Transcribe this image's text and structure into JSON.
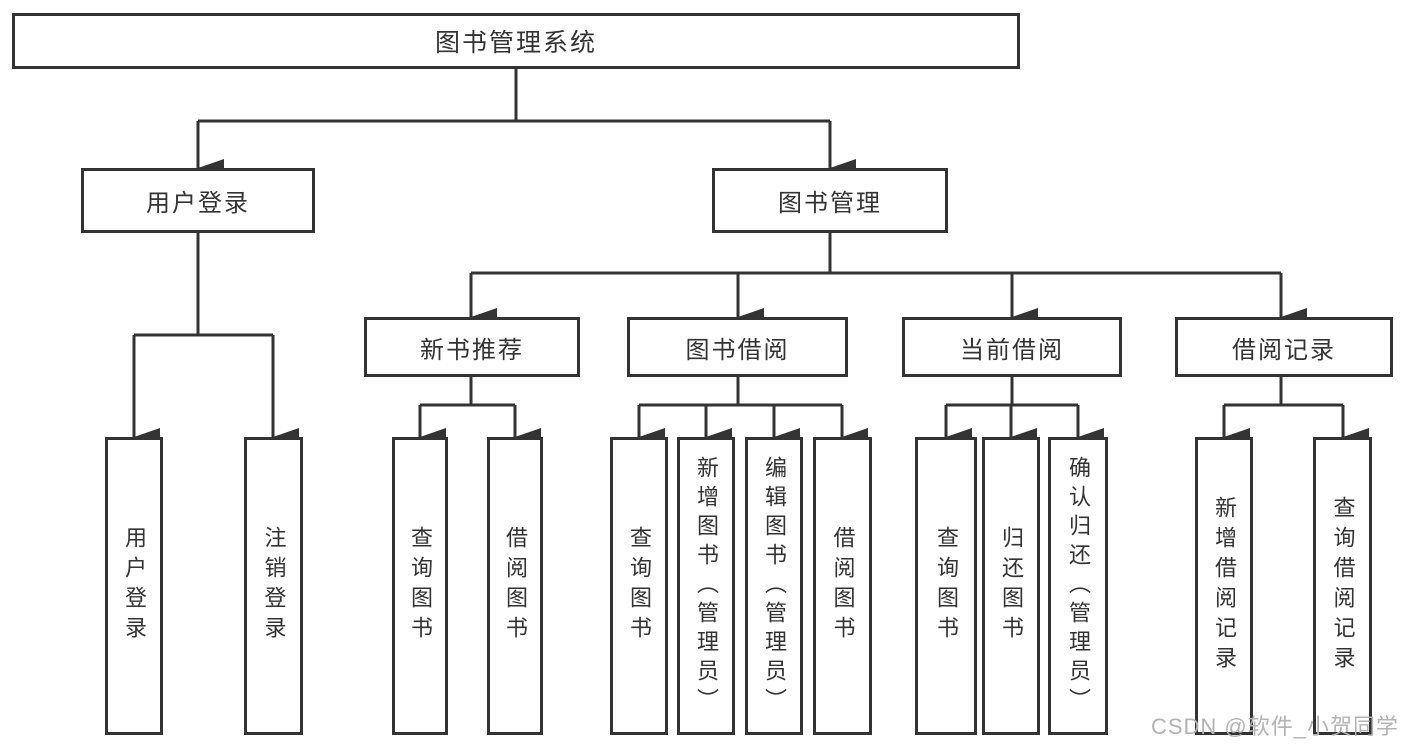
{
  "diagram": {
    "root": {
      "label": "图书管理系统"
    },
    "branches": [
      {
        "label": "用户登录",
        "children": [
          "用户登录",
          "注销登录"
        ]
      },
      {
        "label": "图书管理",
        "groups": [
          {
            "label": "新书推荐",
            "children": [
              "查询图书",
              "借阅图书"
            ]
          },
          {
            "label": "图书借阅",
            "children": [
              "查询图书",
              "新增图书（管理员）",
              "编辑图书（管理员）",
              "借阅图书"
            ]
          },
          {
            "label": "当前借阅",
            "children": [
              "查询图书",
              "归还图书",
              "确认归还（管理员）"
            ]
          },
          {
            "label": "借阅记录",
            "children": [
              "新增借阅记录",
              "查询借阅记录"
            ]
          }
        ]
      }
    ]
  },
  "watermark": {
    "text": "CSDN @软件_小贺同学"
  },
  "colors": {
    "line": "#333333",
    "border": "#333333",
    "text": "#333333",
    "watermark": "#b3b3b3",
    "background": "#ffffff"
  }
}
